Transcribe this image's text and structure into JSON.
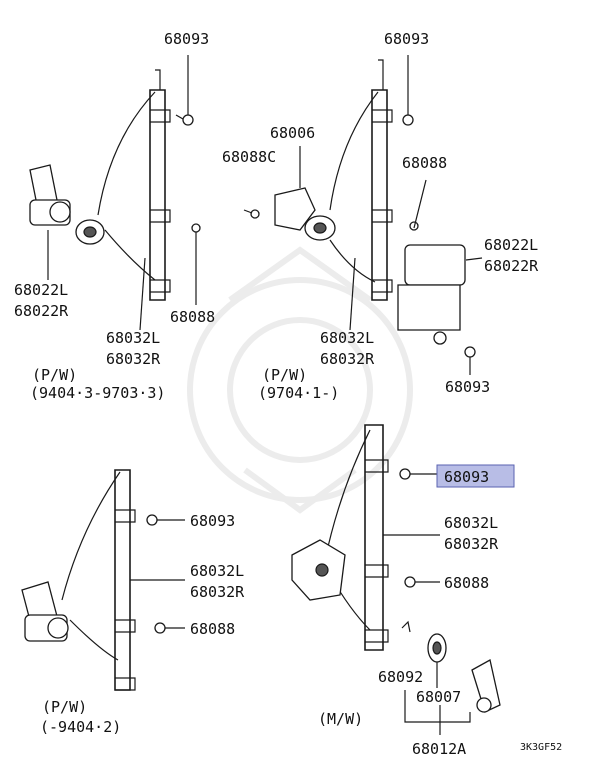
{
  "diagram_code": "3K3GF52",
  "highlight_color": "#b8bde6",
  "groups": [
    {
      "spec_line1": "(P/W)",
      "spec_line2": "(9404·3-9703·3)",
      "callouts": [
        "68093",
        "68022L",
        "68022R",
        "68032L",
        "68032R",
        "68088"
      ]
    },
    {
      "spec_line1": "(P/W)",
      "spec_line2": "(9704·1-)",
      "callouts": [
        "68093",
        "68006",
        "68088C",
        "68088",
        "68022L",
        "68022R",
        "68032L",
        "68032R",
        "68093"
      ]
    },
    {
      "spec_line1": "(P/W)",
      "spec_line2": "(-9404·2)",
      "callouts": [
        "68093",
        "68032L",
        "68032R",
        "68088"
      ]
    },
    {
      "spec_line1": "(M/W)",
      "spec_line2": "",
      "callouts": [
        "68093",
        "68032L",
        "68032R",
        "68088",
        "68092",
        "68007",
        "68012A"
      ]
    }
  ]
}
